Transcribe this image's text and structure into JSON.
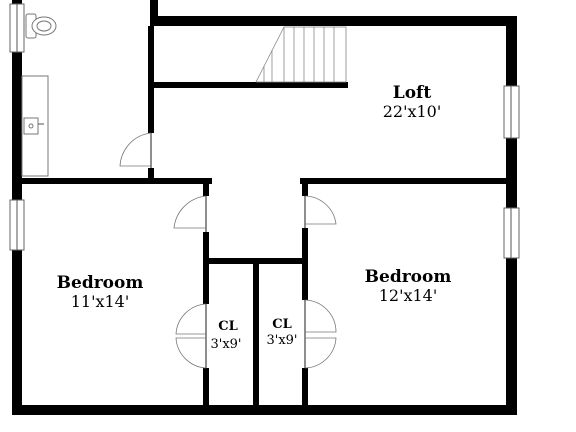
{
  "rooms": {
    "loft": {
      "name": "Loft",
      "size": "22'x10'"
    },
    "bedroom_left": {
      "name": "Bedroom",
      "size": "11'x14'"
    },
    "bedroom_right": {
      "name": "Bedroom",
      "size": "12'x14'"
    },
    "closet_left": {
      "name": "CL",
      "size": "3'x9'"
    },
    "closet_right": {
      "name": "CL",
      "size": "3'x9'"
    }
  },
  "colors": {
    "wall": "#000000",
    "background": "#ffffff"
  }
}
